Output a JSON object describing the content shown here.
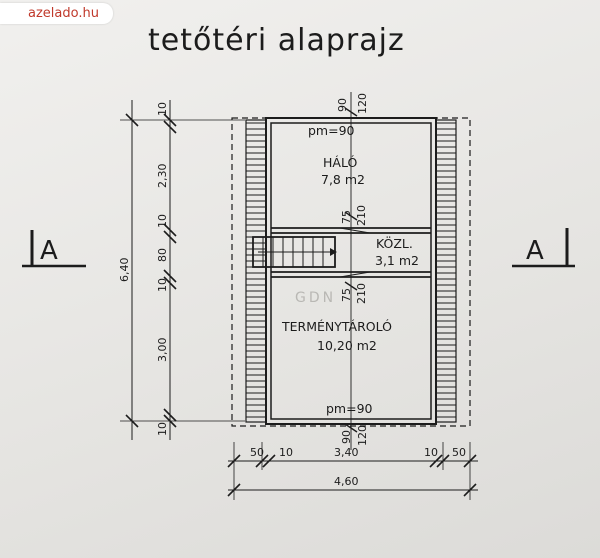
{
  "watermark": "azelado.hu",
  "title": "tetőtéri alaprajz",
  "section_marks": {
    "left": "A",
    "right": "A"
  },
  "rooms": [
    {
      "name": "HÁLÓ",
      "area": "7,8 m2"
    },
    {
      "name": "KÖZL.",
      "area": "3,1 m2"
    },
    {
      "name": "TERMÉNYTÁROLÓ",
      "area": "10,20 m2"
    }
  ],
  "heights": {
    "top": "pm=90",
    "bottom": "pm=90"
  },
  "vertical_dims": {
    "total": "6,40",
    "segments": [
      "10",
      "2,30",
      "10",
      "80",
      "10",
      "3,00",
      "10"
    ]
  },
  "horizontal_dims": {
    "total": "4,60",
    "segments": [
      "50",
      "10",
      "3,40",
      "10",
      "50"
    ]
  },
  "internal_dims": {
    "top_a": "90",
    "top_b": "120",
    "mid_top_a": "75",
    "mid_top_b": "210",
    "mid_bot_a": "75",
    "mid_bot_b": "210",
    "bot_a": "90",
    "bot_b": "120"
  },
  "background_stamp": "GDN"
}
